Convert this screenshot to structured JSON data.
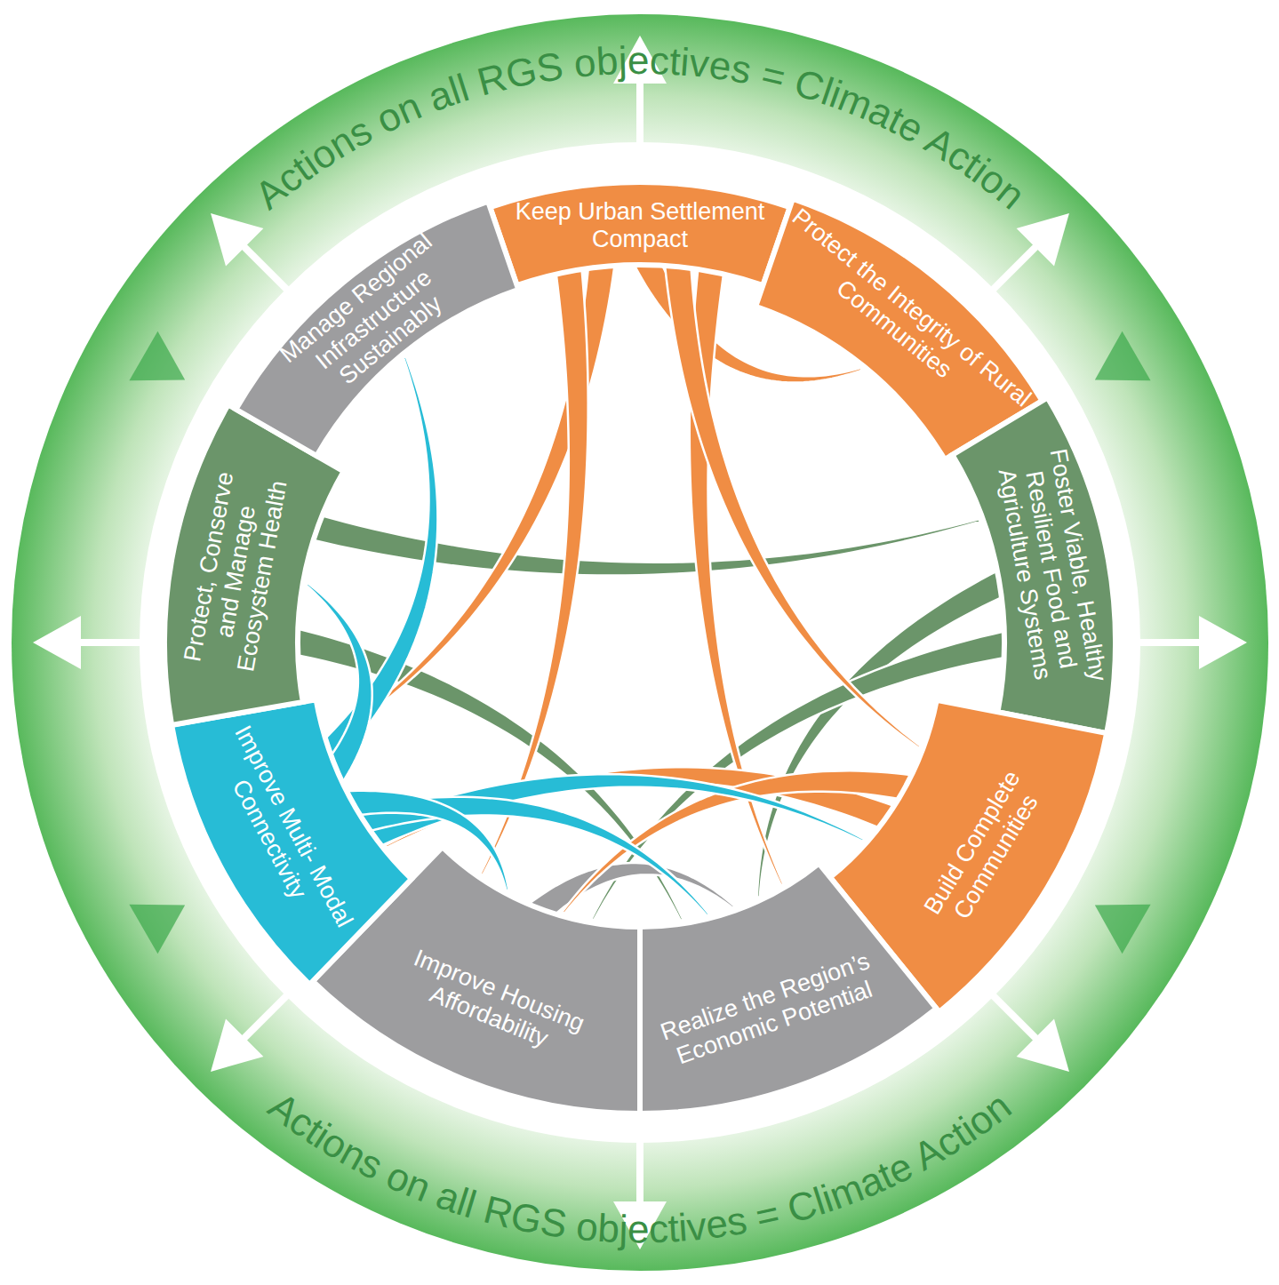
{
  "diagram": {
    "nodes": [
      {
        "text": [
          "Keep Urban Settlement Compact"
        ]
      },
      {
        "text": [
          "Protect the Integrity of Rural Communities"
        ]
      },
      {
        "text": [
          "Foster Viable, Healthy Resilient Food and Agriculture Systems"
        ]
      },
      {
        "text": [
          "Build Complete Communities"
        ]
      },
      {
        "text": [
          "Realize the Region’s Economic Potential"
        ]
      },
      {
        "text": [
          "Improve Housing Affordability"
        ]
      },
      {
        "text": [
          "Improve Multi- Modal Connectivity"
        ]
      },
      {
        "text": [
          "Protect, Conserve and Manage Ecosystem Health"
        ]
      },
      {
        "text": [
          "Manage Regional Infrastructure Sustainably"
        ]
      }
    ],
    "edges": [
      {
        "from": 7,
        "to": 2,
        "arrow": "none"
      },
      {
        "from": 7,
        "to": 4,
        "arrow": "none"
      },
      {
        "from": 2,
        "to": 4,
        "arrow": "none"
      },
      {
        "from": 2,
        "to": 5,
        "arrow": "none"
      },
      {
        "from": 5,
        "to": 4,
        "arrow": "none"
      },
      {
        "from": 0,
        "to": 1,
        "arrow": "none"
      },
      {
        "from": 0,
        "to": 6,
        "arrow": "none"
      },
      {
        "from": 0,
        "to": 5,
        "arrow": "none"
      },
      {
        "from": 0,
        "to": 4,
        "arrow": "none"
      },
      {
        "from": 0,
        "to": 3,
        "arrow": "none"
      },
      {
        "from": 3,
        "to": 6,
        "arrow": "none"
      },
      {
        "from": 3,
        "to": 5,
        "arrow": "none"
      },
      {
        "from": 6,
        "to": 8,
        "arrow": "none"
      },
      {
        "from": 6,
        "to": 7,
        "arrow": "none"
      },
      {
        "from": 6,
        "to": 3,
        "arrow": "none"
      },
      {
        "from": 6,
        "to": 4,
        "arrow": "none"
      },
      {
        "from": 6,
        "to": 5,
        "arrow": "none"
      }
    ],
    "labels": [
      "Actions on all RGS objectives = Climate Action",
      "Actions on all RGS objectives = Climate Action"
    ]
  }
}
